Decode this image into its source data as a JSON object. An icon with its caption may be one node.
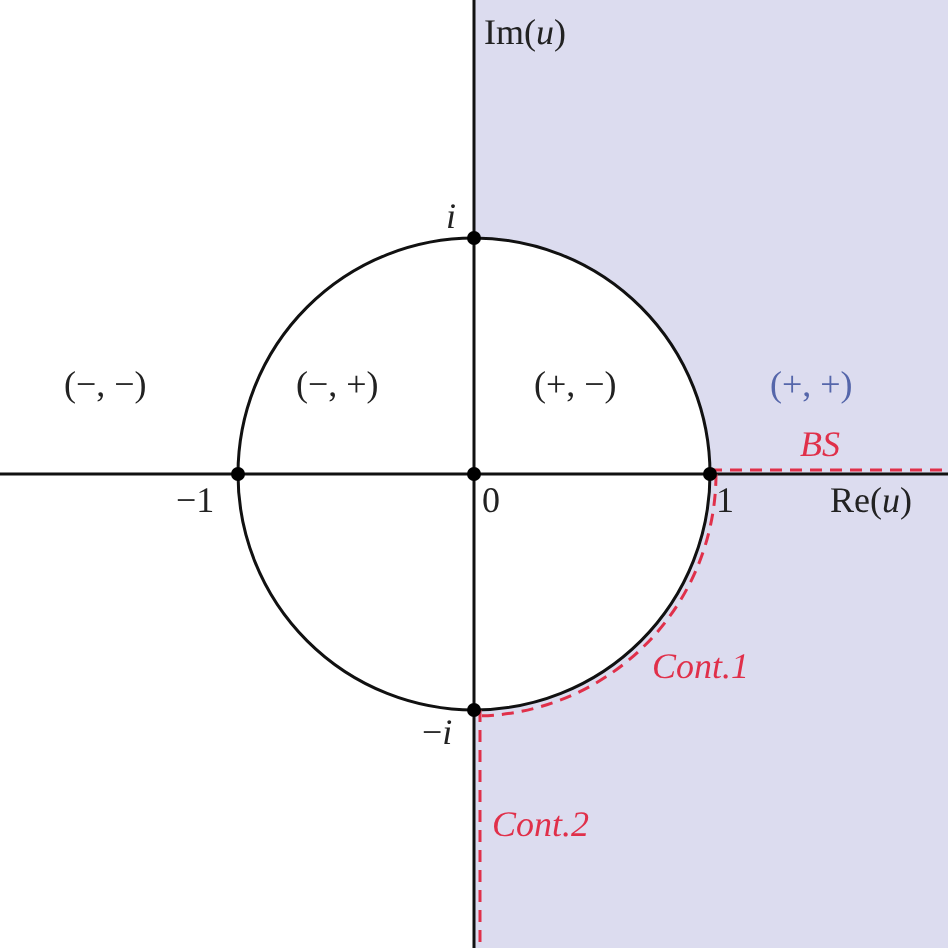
{
  "diagram": {
    "labels": [
      "Im(*u*)",
      "*i*",
      "(−, −)",
      "(−, +)",
      "(+, −)",
      "(+, +)",
      "BS",
      "−1",
      "0",
      "1",
      "Re(*u*)",
      "Cont.1",
      "−*i*",
      "Cont.2"
    ]
  }
}
